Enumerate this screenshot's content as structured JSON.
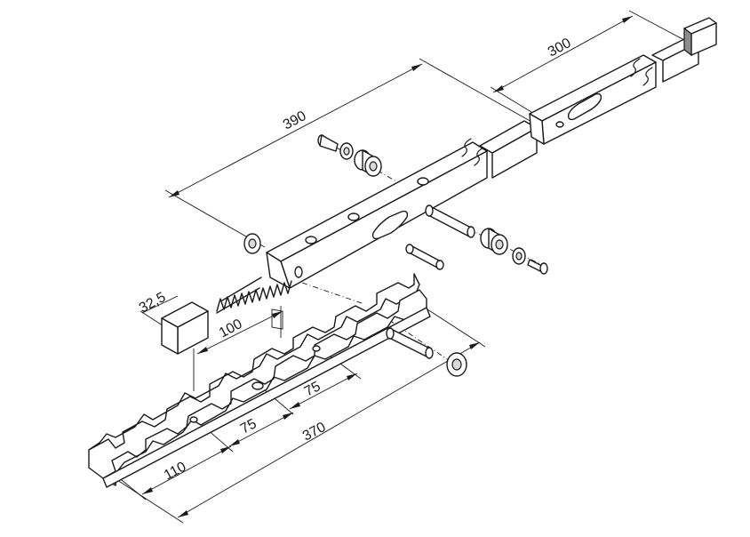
{
  "dimensions": {
    "d390": "390",
    "d300": "300",
    "d32_5": "32,5",
    "d100": "100",
    "d75_upper": "75",
    "d75_lower": "75",
    "d370": "370",
    "d110": "110"
  },
  "colors": {
    "line": "#1a1a1a",
    "shade": "#d9d9d9",
    "background": "#ffffff"
  }
}
